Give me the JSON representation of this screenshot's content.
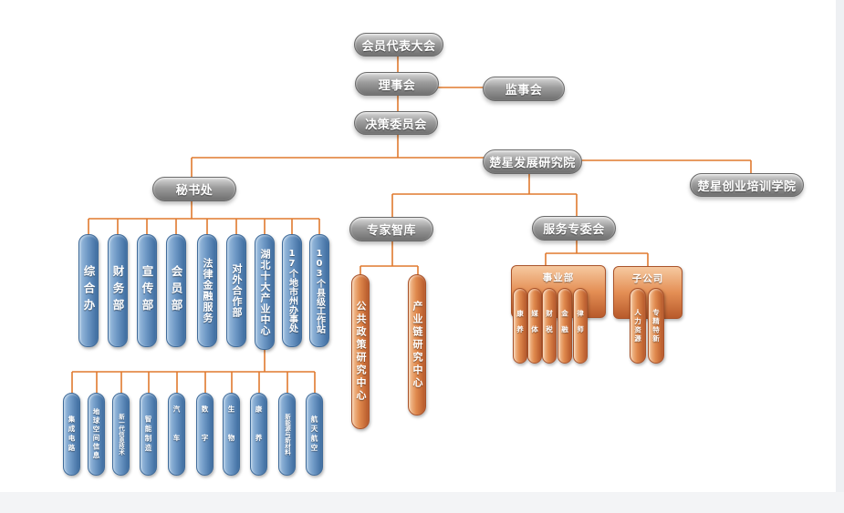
{
  "top": {
    "assembly": "会员代表大会",
    "council": "理事会",
    "supervisors": "监事会",
    "decision": "决策委员会",
    "institute": "楚星发展研究院",
    "secretariat": "秘书处",
    "academy": "楚星创业培训学院"
  },
  "secretariat_depts": [
    "综合办",
    "财务部",
    "宣传部",
    "会员部",
    "法律金融服务",
    "对外合作部",
    "湖北十大产业中心",
    "17个地市州办事处",
    "103个县级工作站"
  ],
  "industries": [
    "集成电路",
    "地球空间信息",
    "新一代信息技术",
    "智能制造",
    "汽车",
    "数字",
    "生物",
    "康养",
    "新能源与新材料",
    "航天航空"
  ],
  "think_tank": {
    "label": "专家智库",
    "centers": [
      "公共政策研究中心",
      "产业链研究中心"
    ]
  },
  "service": {
    "label": "服务专委会",
    "business": {
      "label": "事业部",
      "items": [
        "康养",
        "媒体",
        "财税",
        "金融",
        "律师"
      ]
    },
    "subsidiary": {
      "label": "子公司",
      "items": [
        "人力资源",
        "专精特新"
      ]
    }
  },
  "colors": {
    "line": "#e07a2e",
    "blue": "#5e8cbf",
    "orange": "#d9773c",
    "gray": "#8f8f8f"
  }
}
